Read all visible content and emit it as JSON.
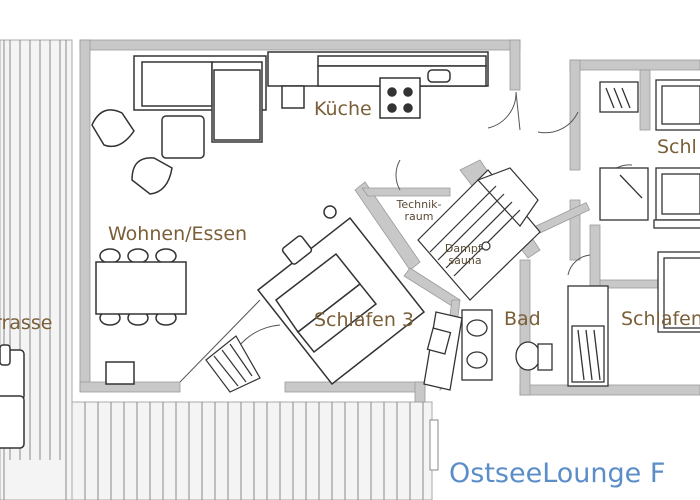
{
  "plan": {
    "rooms": {
      "terrasse": "rrasse",
      "wohnen": "Wohnen/Essen",
      "kueche": "Küche",
      "technik_line1": "Technik-",
      "technik_line2": "raum",
      "dampf_line1": "Dampf-",
      "dampf_line2": "sauna",
      "schlafen3": "Schlafen 3",
      "bad": "Bad",
      "schlafen_right": "Schlafen",
      "schl_top": "Schl"
    },
    "brand": "OstseeLounge F"
  },
  "colors": {
    "wall": "#c8c8c8",
    "line": "#3a3a3a",
    "label": "#7a5f38",
    "brand": "#5b8ec8"
  }
}
